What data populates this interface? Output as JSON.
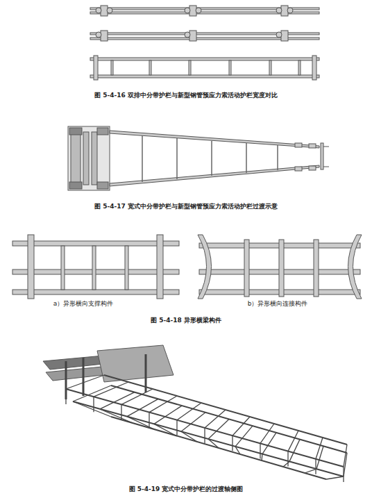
{
  "diagram": {
    "labels": [
      "图 5-4-16 双排中分带护栏与新型钢管预应力索活动护栏宽度对比",
      "图 5-4-17 宽式中分带护栏与新型钢管预应力索活动护栏过渡示意",
      "a）异形横向支撑构件",
      "b）异形横向连接构件",
      "图 5-4-18 异形横梁构件",
      "图 5-4-19 宽式中分带护栏的过渡轴侧图"
    ]
  }
}
